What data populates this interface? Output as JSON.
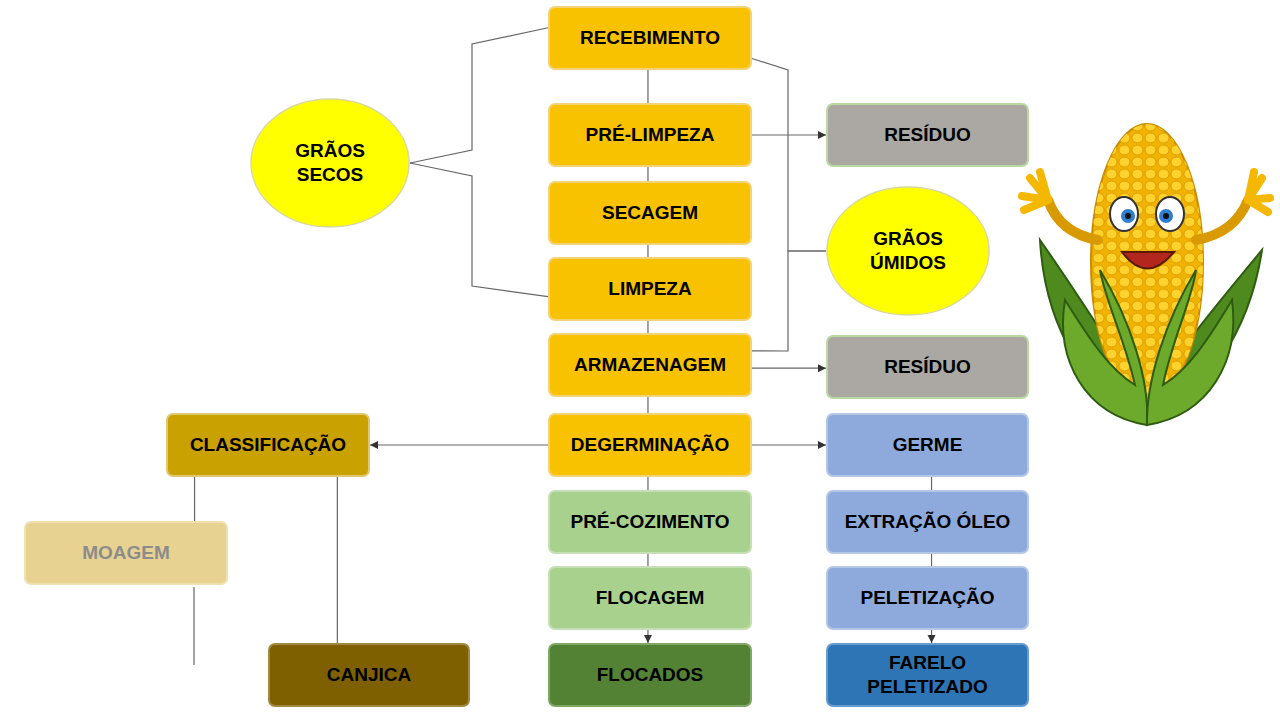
{
  "diagram": {
    "nodes": [
      {
        "text": [
          "RECEBIMENTO"
        ]
      },
      {
        "text": [
          "PRÉ-LIMPEZA"
        ]
      },
      {
        "text": [
          "RESÍDUO"
        ]
      },
      {
        "text": [
          "GRÃOS SECOS"
        ]
      },
      {
        "text": [
          "SECAGEM"
        ]
      },
      {
        "text": [
          "GRÃOS ÚMIDOS"
        ]
      },
      {
        "text": [
          "LIMPEZA"
        ]
      },
      {
        "text": [
          "ARMAZENAGEM"
        ]
      },
      {
        "text": [
          "RESÍDUO"
        ]
      },
      {
        "text": [
          "CLASSIFICAÇÃO"
        ]
      },
      {
        "text": [
          "DEGERMINAÇÃO"
        ]
      },
      {
        "text": [
          "GERME"
        ]
      },
      {
        "text": [
          "MOAGEM"
        ]
      },
      {
        "text": [
          "PRÉ-COZIMENTO"
        ]
      },
      {
        "text": [
          "EXTRAÇÃO ÓLEO"
        ]
      },
      {
        "text": [
          "FLOCAGEM"
        ]
      },
      {
        "text": [
          "PELETIZAÇÃO"
        ]
      },
      {
        "text": [
          "CANJICA"
        ]
      },
      {
        "text": [
          "FLOCADOS"
        ]
      },
      {
        "text": [
          "FARELO PELETIZADO"
        ]
      }
    ],
    "edges": [
      {
        "from": 3,
        "to": 0,
        "arrow": "none"
      },
      {
        "from": 3,
        "to": 6,
        "arrow": "none"
      },
      {
        "from": 5,
        "to": 0,
        "arrow": "none"
      },
      {
        "from": 5,
        "to": 7,
        "arrow": "none"
      },
      {
        "from": 0,
        "to": 1,
        "arrow": "none"
      },
      {
        "from": 1,
        "to": 2,
        "arrow": "to"
      },
      {
        "from": 1,
        "to": 4,
        "arrow": "none"
      },
      {
        "from": 4,
        "to": 6,
        "arrow": "none"
      },
      {
        "from": 6,
        "to": 7,
        "arrow": "none"
      },
      {
        "from": 7,
        "to": 8,
        "arrow": "to"
      },
      {
        "from": 7,
        "to": 10,
        "arrow": "none"
      },
      {
        "from": 10,
        "to": 9,
        "arrow": "to"
      },
      {
        "from": 10,
        "to": 11,
        "arrow": "to"
      },
      {
        "from": 9,
        "to": 12,
        "arrow": "none"
      },
      {
        "from": 9,
        "to": 17,
        "arrow": "none"
      },
      {
        "from": 10,
        "to": 13,
        "arrow": "none"
      },
      {
        "from": 13,
        "to": 15,
        "arrow": "none"
      },
      {
        "from": 15,
        "to": 18,
        "arrow": "to"
      },
      {
        "from": 11,
        "to": 14,
        "arrow": "none"
      },
      {
        "from": 14,
        "to": 16,
        "arrow": "none"
      },
      {
        "from": 16,
        "to": 19,
        "arrow": "to"
      }
    ]
  }
}
